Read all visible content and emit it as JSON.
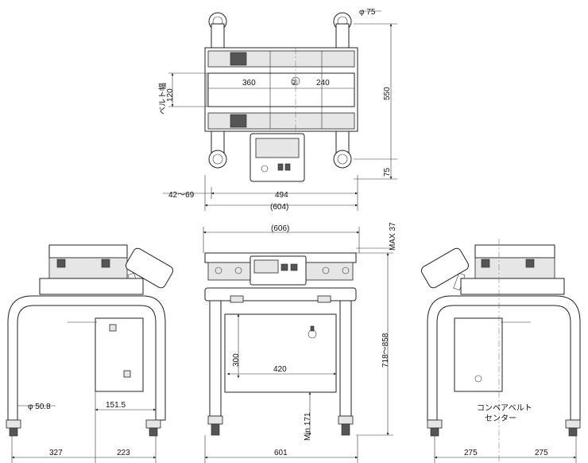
{
  "top_view": {
    "roller_dia": "φ 75",
    "belt_width_label": "ベルト幅",
    "belt_width": "120",
    "left_len": "360",
    "right_len": "240",
    "marker": "②",
    "overall_height": "550",
    "leg_offset": "75",
    "side_range": "42～69",
    "frame_width": "494",
    "overall_width": "(604)"
  },
  "front_view": {
    "top_width": "(606)",
    "max_label": "MAX 37",
    "height_range": "718～858",
    "panel_height": "300",
    "panel_width": "420",
    "min_clearance": "Min 171",
    "base_width": "601"
  },
  "left_view": {
    "foot_dia": "φ 50.8",
    "offset": "151.5",
    "base_left": "327",
    "base_right": "223"
  },
  "right_view": {
    "center_label_1": "コンベアベルト",
    "center_label_2": "センター",
    "base_left": "275",
    "base_right": "275"
  }
}
